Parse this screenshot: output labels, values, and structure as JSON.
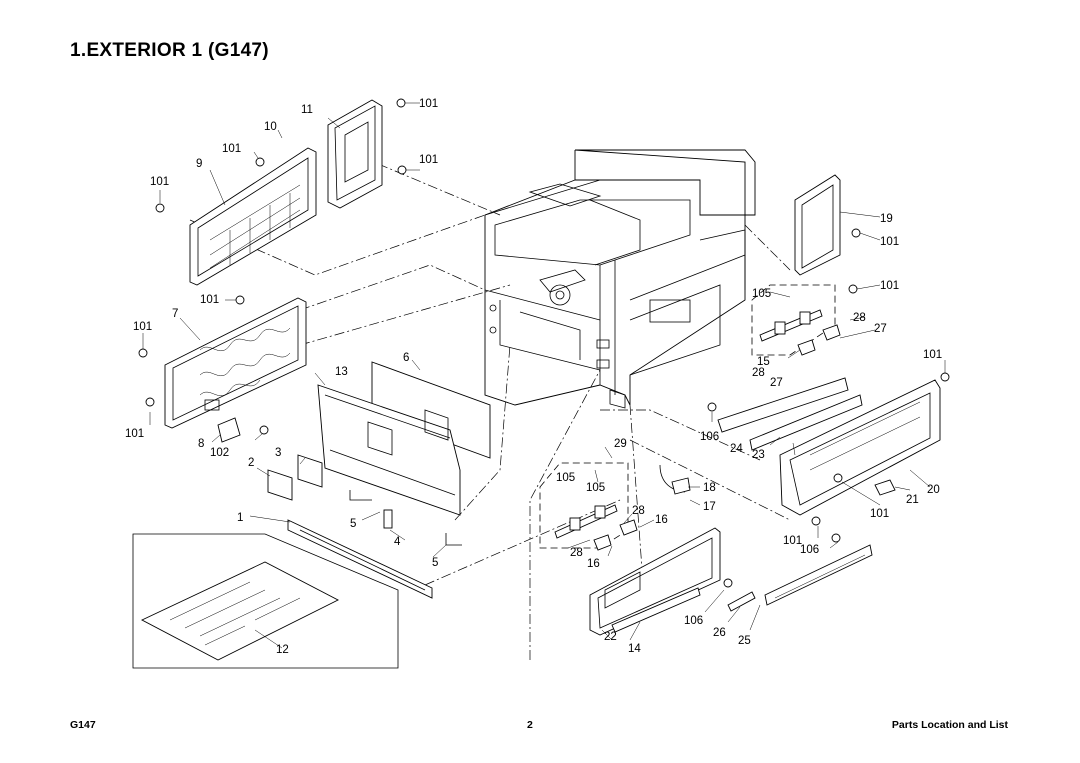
{
  "page": {
    "title": "1.EXTERIOR 1 (G147)",
    "footer_left": "G147",
    "footer_center": "2",
    "footer_right": "Parts Location and List"
  },
  "callouts": {
    "c11": "11",
    "c101a": "101",
    "c10": "10",
    "c101b": "101",
    "c101c": "101",
    "c9": "9",
    "c101d": "101",
    "c19": "19",
    "c101e": "101",
    "c101f": "101",
    "c105a": "105",
    "c28a": "28",
    "c27a": "27",
    "c101g": "101",
    "c7": "7",
    "c101h": "101",
    "c6": "6",
    "c13": "13",
    "c15": "15",
    "c28b": "28",
    "c27b": "27",
    "c101i": "101",
    "c101j": "101",
    "c8": "8",
    "c102": "102",
    "c3": "3",
    "c2": "2",
    "c29": "29",
    "c106a": "106",
    "c24": "24",
    "c23": "23",
    "c105b": "105",
    "c105c": "105",
    "c18": "18",
    "c21": "21",
    "c20": "20",
    "c17": "17",
    "c16a": "16",
    "c28c": "28",
    "c101k": "101",
    "c1": "1",
    "c5a": "5",
    "c4": "4",
    "c101l": "101",
    "c106b": "106",
    "c28d": "28",
    "c16b": "16",
    "c5b": "5",
    "c106c": "106",
    "c26": "26",
    "c22": "22",
    "c14": "14",
    "c25": "25",
    "c12": "12"
  }
}
